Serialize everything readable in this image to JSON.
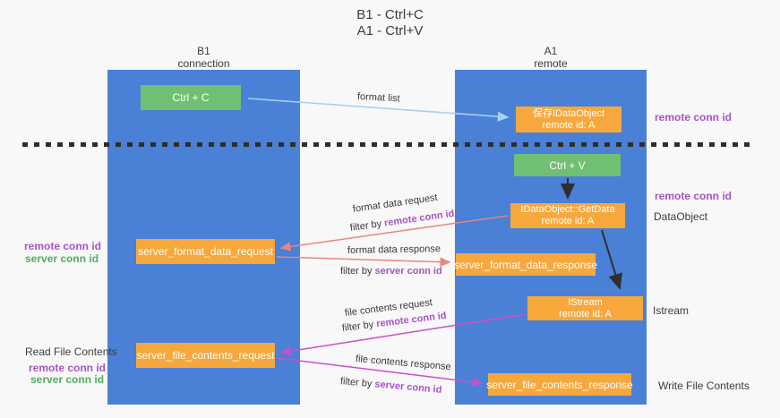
{
  "title": {
    "line1": "B1 - Ctrl+C",
    "line2": "A1 - Ctrl+V"
  },
  "lanes": {
    "left": {
      "name": "B1",
      "subtitle": "connection"
    },
    "right": {
      "name": "A1",
      "subtitle": "remote"
    }
  },
  "nodes": {
    "ctrl_c": {
      "label": "Ctrl + C"
    },
    "ctrl_v": {
      "label": "Ctrl + V"
    },
    "save_idataobject": {
      "line1": "保存IDataObject",
      "line2": "remote id: A"
    },
    "getdata": {
      "line1": "IDataObject::GetData",
      "line2": "remote id: A"
    },
    "istream": {
      "line1": "IStream",
      "line2": "remote id: A"
    },
    "server_format_data_request": {
      "label": "server_format_data_request"
    },
    "server_format_data_response": {
      "label": "server_format_data_response"
    },
    "server_file_contents_request": {
      "label": "server_file_contents_request"
    },
    "server_file_contents_response": {
      "label": "server_file_contents_response"
    }
  },
  "arrows": {
    "format_list": {
      "text": "format list"
    },
    "format_request": {
      "text": "format data request",
      "filter_prefix": "filter by ",
      "filter_key": "remote conn id"
    },
    "format_response": {
      "text": "format data response",
      "filter_prefix": "filter by ",
      "filter_key": "server conn id"
    },
    "file_request": {
      "text": "file contents request",
      "filter_prefix": "filter by ",
      "filter_key": "remote conn id"
    },
    "file_response": {
      "text": "file contents response",
      "filter_prefix": "filter by ",
      "filter_key": "server conn id"
    }
  },
  "side_labels": {
    "right_remote_conn_1": "remote conn id",
    "right_remote_conn_2": "remote conn id",
    "right_dataobject": "DataObject",
    "right_istream": "Istream",
    "right_write_file": "Write File Contents",
    "left_remote_conn_1": "remote conn id",
    "left_server_conn_1": "server conn id",
    "left_read_file": "Read File Contents",
    "left_remote_conn_2": "remote conn id",
    "left_server_conn_2": "server conn id"
  },
  "colors": {
    "lane_blue": "#4a80d6",
    "box_orange": "#f7a83d",
    "box_green": "#70bf73",
    "purple_text": "#a853c7",
    "green_text": "#53ad62",
    "arrow_salmon": "#e98580",
    "arrow_magenta": "#cc4fc5",
    "arrow_lightblue": "#a9d0ee",
    "arrow_black": "#2f2f2f",
    "background": "#f8f8f8"
  }
}
